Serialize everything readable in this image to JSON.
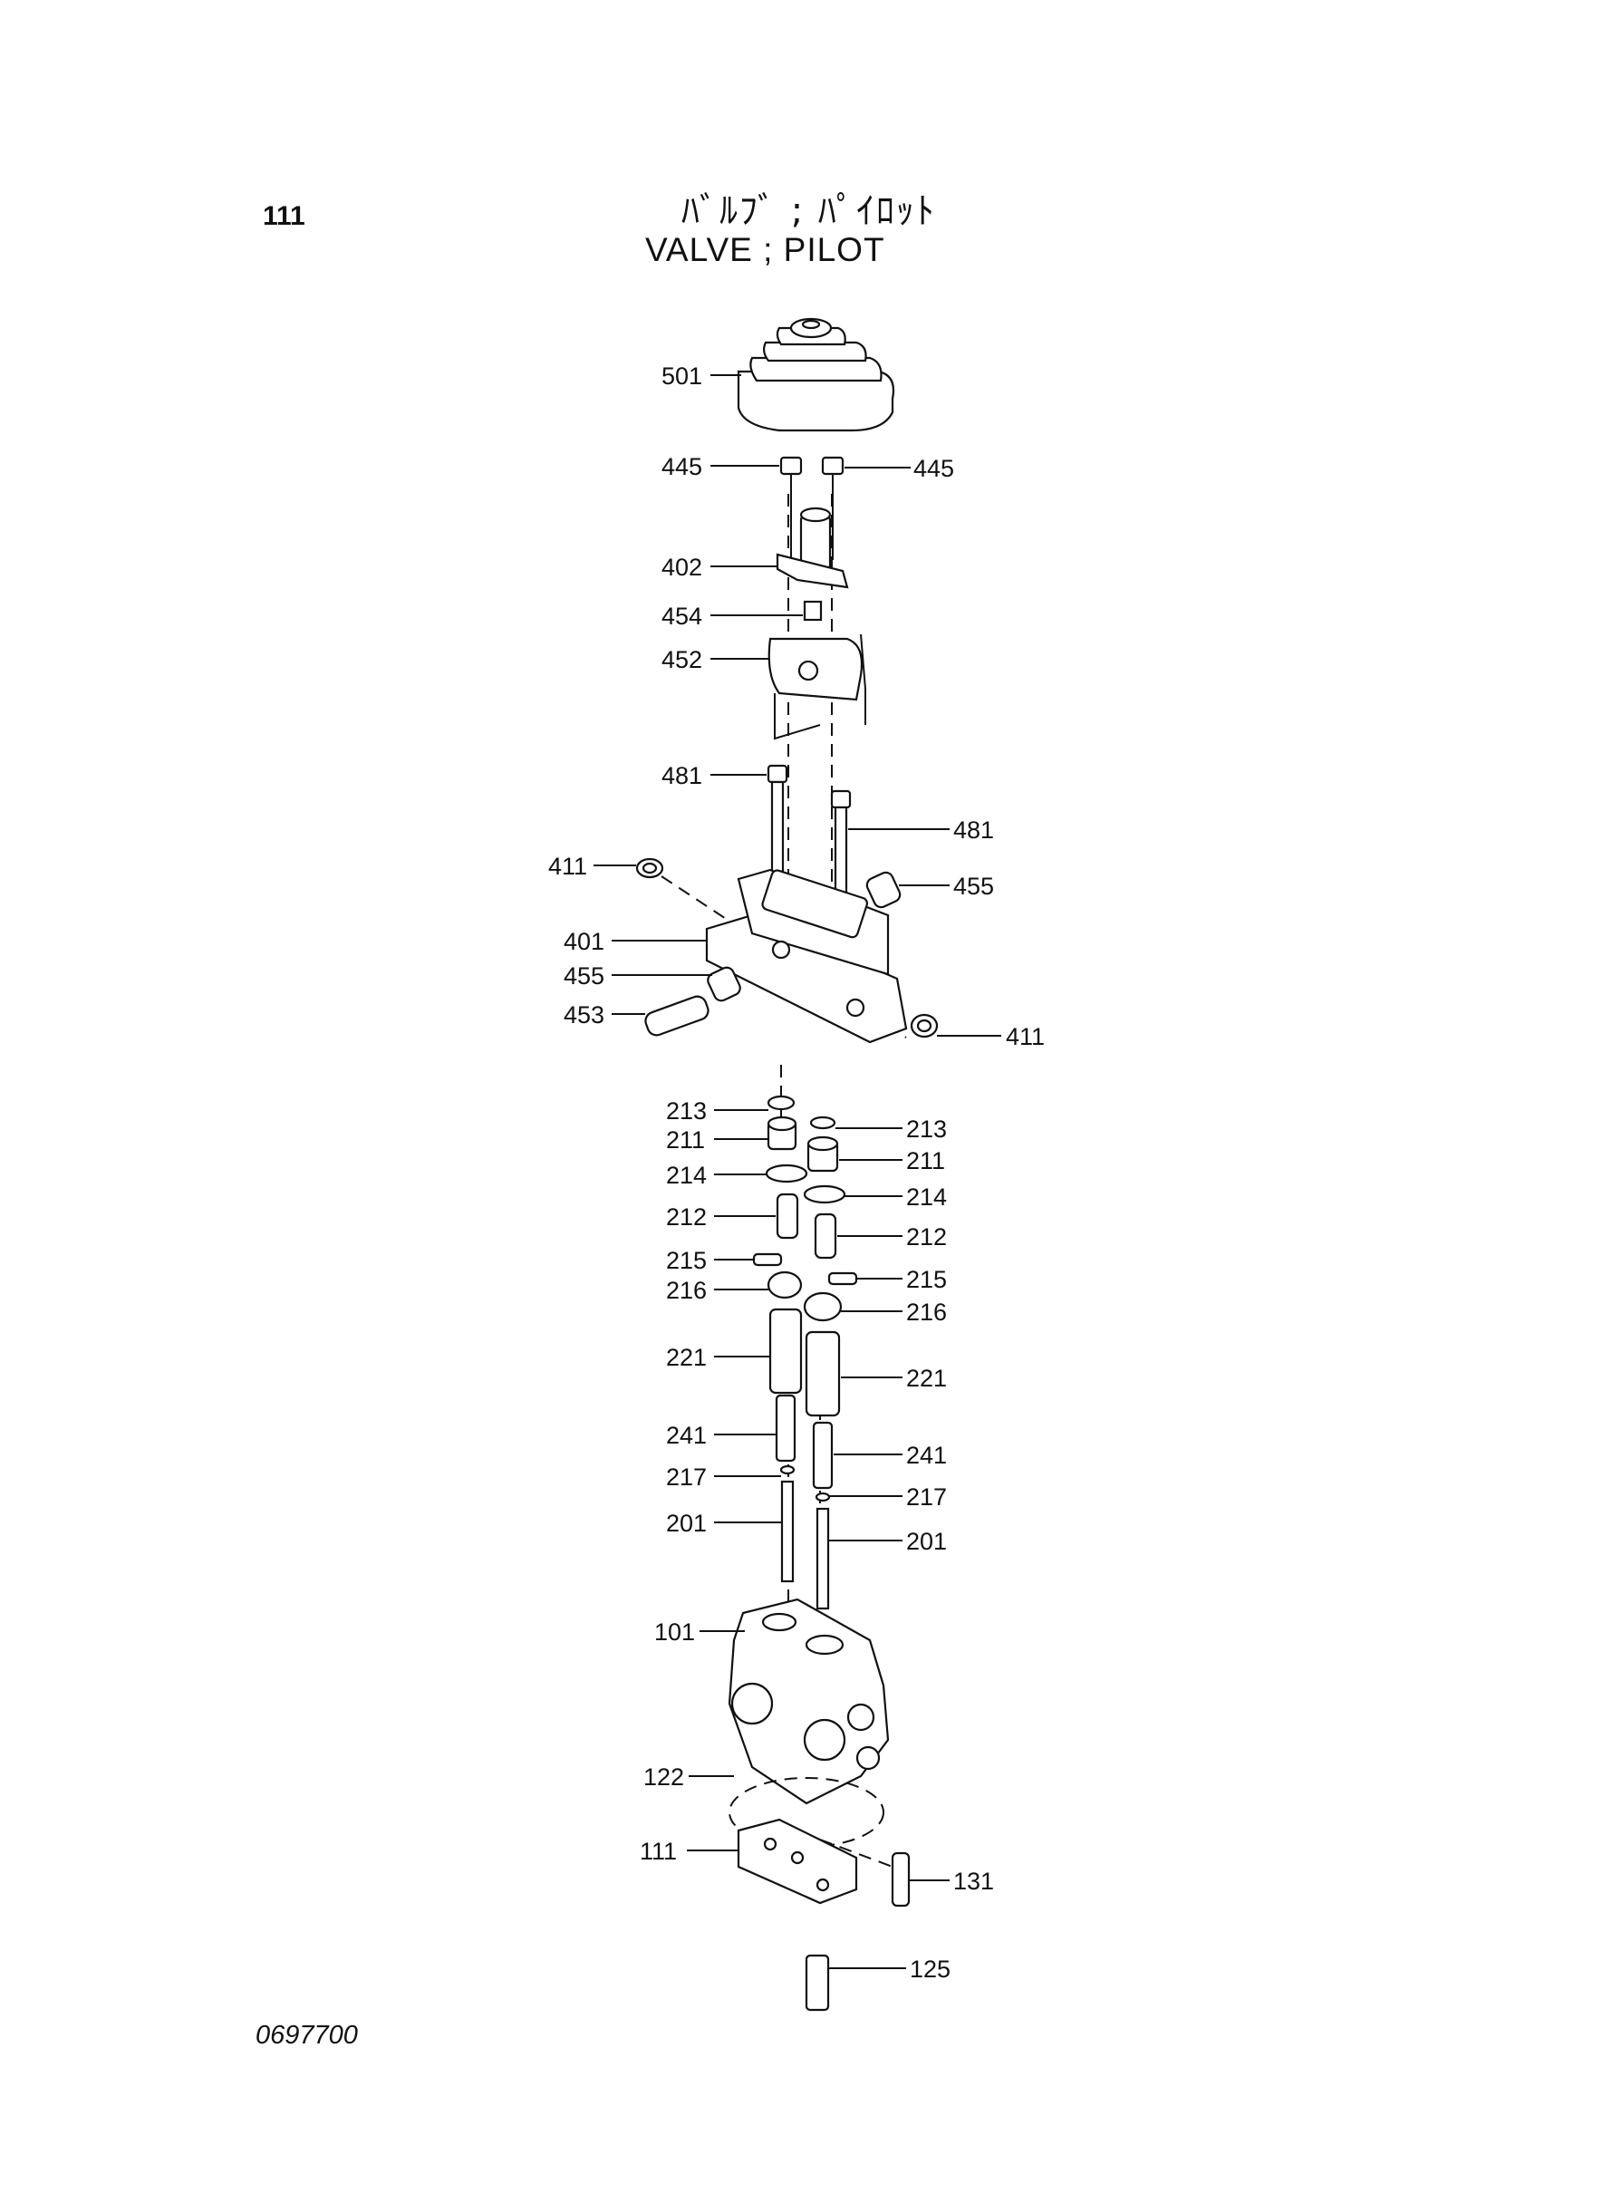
{
  "page_number": "111",
  "title_jp": "ﾊﾞﾙﾌﾞ ; ﾊﾟｲﾛｯﾄ",
  "title_en": "VALVE ; PILOT",
  "reference_code": "0697700",
  "callouts": [
    {
      "id": "c501l",
      "text": "501"
    },
    {
      "id": "c445l",
      "text": "445"
    },
    {
      "id": "c445r",
      "text": "445"
    },
    {
      "id": "c402",
      "text": "402"
    },
    {
      "id": "c454",
      "text": "454"
    },
    {
      "id": "c452",
      "text": "452"
    },
    {
      "id": "c481l",
      "text": "481"
    },
    {
      "id": "c481r",
      "text": "481"
    },
    {
      "id": "c411l",
      "text": "411"
    },
    {
      "id": "c455r",
      "text": "455"
    },
    {
      "id": "c401",
      "text": "401"
    },
    {
      "id": "c455l",
      "text": "455"
    },
    {
      "id": "c453",
      "text": "453"
    },
    {
      "id": "c411r",
      "text": "411"
    },
    {
      "id": "c213l",
      "text": "213"
    },
    {
      "id": "c213r",
      "text": "213"
    },
    {
      "id": "c211l",
      "text": "211"
    },
    {
      "id": "c211r",
      "text": "211"
    },
    {
      "id": "c214l",
      "text": "214"
    },
    {
      "id": "c214r",
      "text": "214"
    },
    {
      "id": "c212l",
      "text": "212"
    },
    {
      "id": "c212r",
      "text": "212"
    },
    {
      "id": "c215l",
      "text": "215"
    },
    {
      "id": "c215r",
      "text": "215"
    },
    {
      "id": "c216l",
      "text": "216"
    },
    {
      "id": "c216r",
      "text": "216"
    },
    {
      "id": "c221l",
      "text": "221"
    },
    {
      "id": "c221r",
      "text": "221"
    },
    {
      "id": "c241l",
      "text": "241"
    },
    {
      "id": "c241r",
      "text": "241"
    },
    {
      "id": "c217l",
      "text": "217"
    },
    {
      "id": "c217r",
      "text": "217"
    },
    {
      "id": "c201l",
      "text": "201"
    },
    {
      "id": "c201r",
      "text": "201"
    },
    {
      "id": "c101",
      "text": "101"
    },
    {
      "id": "c122",
      "text": "122"
    },
    {
      "id": "c111",
      "text": "111"
    },
    {
      "id": "c131",
      "text": "131"
    },
    {
      "id": "c125",
      "text": "125"
    }
  ]
}
